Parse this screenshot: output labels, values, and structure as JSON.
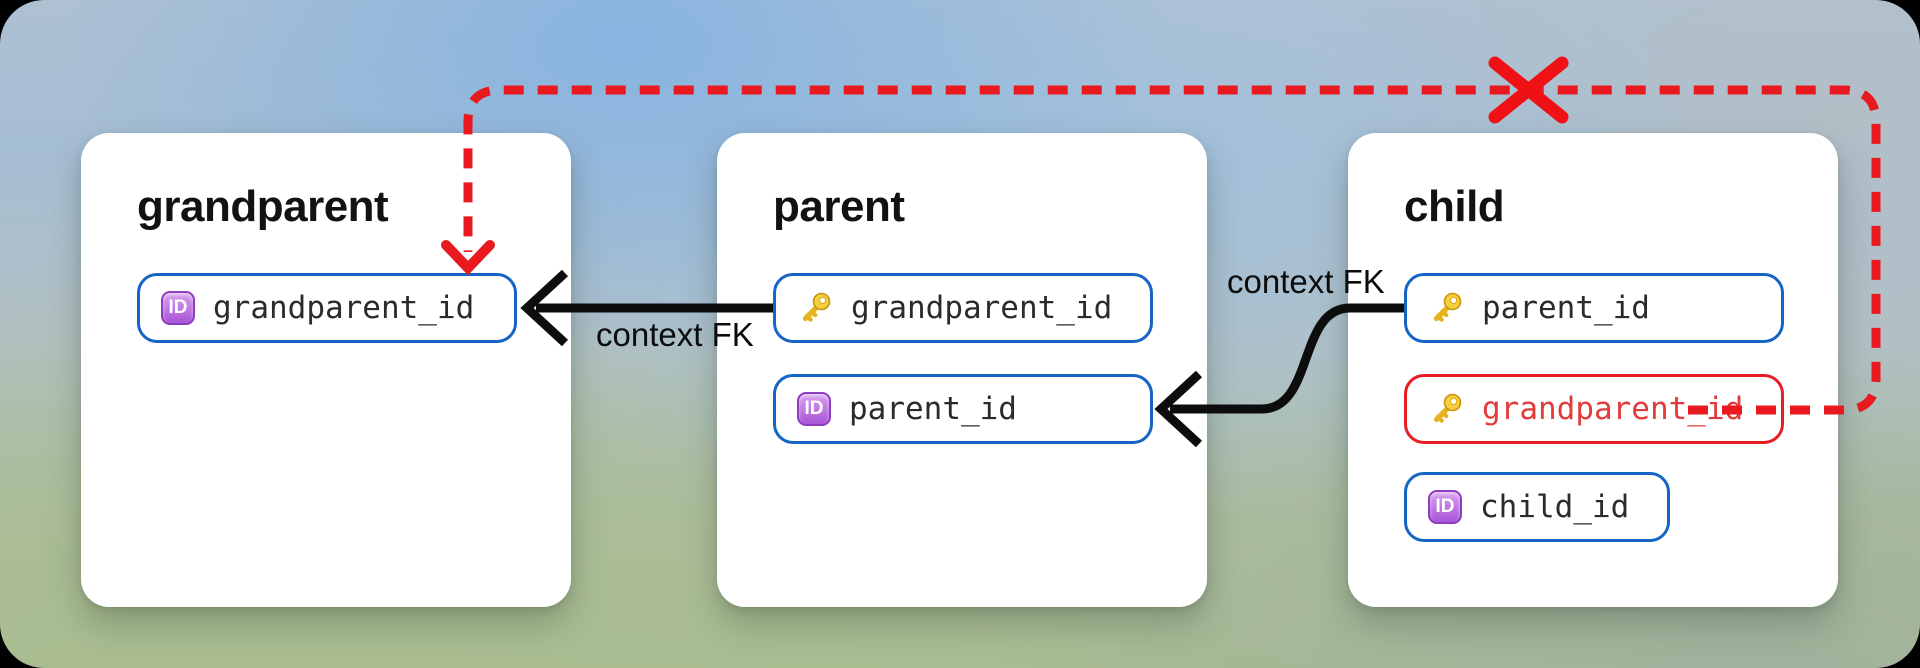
{
  "diagram_title": "",
  "tables": [
    {
      "name": "grandparent",
      "fields": [
        {
          "label": "grandparent_id",
          "icon": "id-badge",
          "state": "normal"
        }
      ]
    },
    {
      "name": "parent",
      "fields": [
        {
          "label": "grandparent_id",
          "icon": "key",
          "state": "normal"
        },
        {
          "label": "parent_id",
          "icon": "id-badge",
          "state": "normal"
        }
      ]
    },
    {
      "name": "child",
      "fields": [
        {
          "label": "parent_id",
          "icon": "key",
          "state": "normal"
        },
        {
          "label": "grandparent_id",
          "icon": "key",
          "state": "invalid"
        },
        {
          "label": "child_id",
          "icon": "id-badge",
          "state": "normal"
        }
      ]
    }
  ],
  "edges": [
    {
      "label": "context FK",
      "from": "parent.grandparent_id",
      "to": "grandparent.grandparent_id",
      "style": "solid-black-arrow"
    },
    {
      "label": "context FK",
      "from": "child.parent_id",
      "to": "parent.parent_id",
      "style": "solid-black-arrow"
    },
    {
      "label": "",
      "from": "child.grandparent_id",
      "to": "grandparent.grandparent_id",
      "style": "red-dashed-arrow",
      "marker": "x-cross",
      "meaning": "invalid relationship"
    }
  ],
  "icons": {
    "id_badge_text": "ID"
  },
  "colors": {
    "pill_border_blue": "#1565c4",
    "invalid_red": "#e81d24",
    "invalid_text_red": "#e23b3b",
    "arrow_black": "#0d0d0d",
    "card_bg": "#ffffff"
  }
}
